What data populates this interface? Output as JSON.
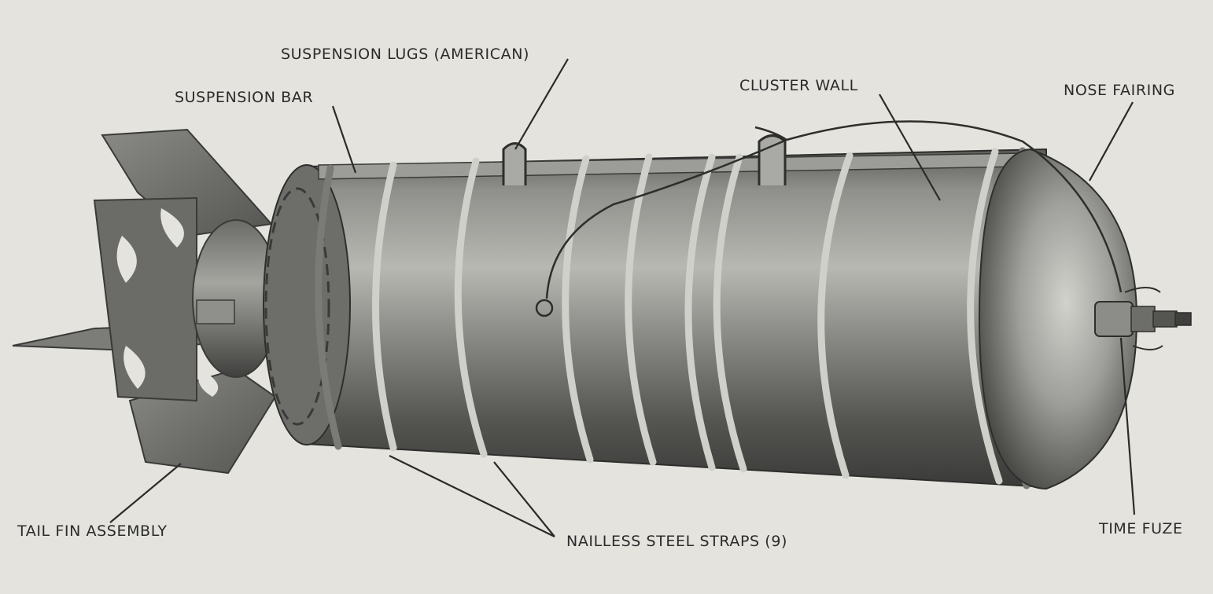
{
  "labels": {
    "suspension_lugs": "SUSPENSION LUGS (AMERICAN)",
    "suspension_bar": "SUSPENSION BAR",
    "cluster_wall": "CLUSTER WALL",
    "nose_fairing": "NOSE FAIRING",
    "tail_fin_assembly": "TAIL FIN ASSEMBLY",
    "nailless_steel_straps": "NAILLESS STEEL STRAPS (9)",
    "time_fuze": "TIME FUZE"
  },
  "colors": {
    "background": "#e4e3de",
    "body_light": "#b5b5b0",
    "body_dark": "#3a3a38",
    "leader_line": "#2b2b2b",
    "text": "#2b2b2b"
  }
}
